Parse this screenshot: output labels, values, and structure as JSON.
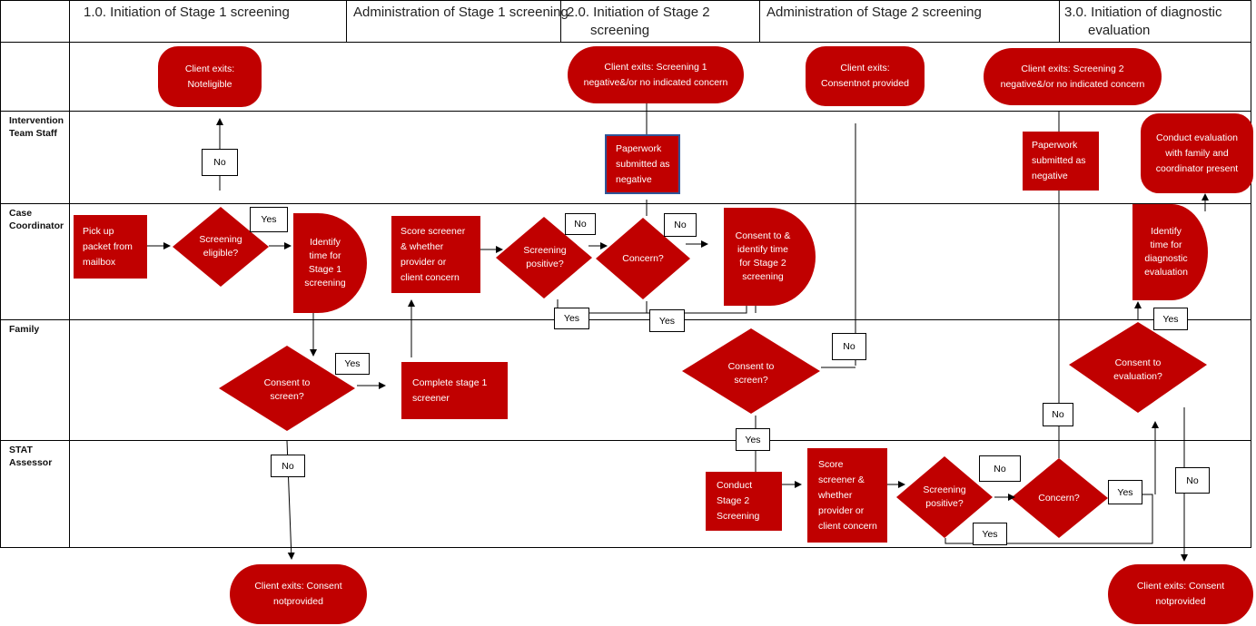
{
  "headers": [
    "1.0. Initiation of Stage 1 screening",
    "Administration of Stage 1 screening",
    "2.0. Initiation of Stage 2",
    "screening",
    "Administration of Stage 2 screening",
    "3.0. Initiation of diagnostic",
    "evaluation"
  ],
  "lanes": {
    "intervention_1": "Intervention",
    "intervention_2": "Team Staff",
    "case_1": "Case",
    "case_2": "Coordinator",
    "family": "Family",
    "stat_1": "STAT",
    "stat_2": "Assessor"
  },
  "exits": {
    "not_eligible_1": "Client exits: Not",
    "not_eligible_2": "eligible",
    "screen1_neg_1": "Client exits: Screening 1 negative",
    "screen1_neg_2": "&/or no indicated concern",
    "consent_np_1": "Client exits: Consent",
    "consent_np_2": "not provided",
    "screen2_neg_1": "Client exits: Screening 2 negative",
    "screen2_neg_2": "&/or no indicated concern",
    "consent_bottom_left_1": "Client exits: Consent not",
    "consent_bottom_left_2": "provided",
    "consent_bottom_right_1": "Client exits: Consent not",
    "consent_bottom_right_2": "provided"
  },
  "process": {
    "pick_up_1": "Pick up",
    "pick_up_2": "packet from",
    "pick_up_3": "mailbox",
    "identify_s1_1": "Identify",
    "identify_s1_2": "time for",
    "identify_s1_3": "Stage 1",
    "identify_s1_4": "screening",
    "score1_1": "Score screener",
    "score1_2": "& whether",
    "score1_3": "provider or",
    "score1_4": "client concern",
    "consent_identify_1": "Consent to &",
    "consent_identify_2": "identify time",
    "consent_identify_3": "for Stage 2",
    "consent_identify_4": "screening",
    "paperwork1_1": "Paperwork",
    "paperwork1_2": "submitted as",
    "paperwork1_3": "negative",
    "paperwork2_1": "Paperwork",
    "paperwork2_2": "submitted as",
    "paperwork2_3": "negative",
    "conduct_eval_1": "Conduct evaluation",
    "conduct_eval_2": "with family and",
    "conduct_eval_3": "coordinator present",
    "identify_diag_1": "Identify",
    "identify_diag_2": "time for",
    "identify_diag_3": "diagnostic",
    "identify_diag_4": "evaluation",
    "complete_s1_1": "Complete stage 1",
    "complete_s1_2": "screener",
    "conduct_s2_1": "Conduct",
    "conduct_s2_2": "Stage 2",
    "conduct_s2_3": "Screening",
    "score2_1": "Score",
    "score2_2": "screener &",
    "score2_3": "whether",
    "score2_4": "provider or",
    "score2_5": "client concern"
  },
  "decisions": {
    "screening_eligible_1": "Screening",
    "screening_eligible_2": "eligible?",
    "screening_positive1_1": "Screening",
    "screening_positive1_2": "positive?",
    "concern1": "Concern?",
    "consent_screen_left_1": "Consent to",
    "consent_screen_left_2": "screen?",
    "consent_screen_mid_1": "Consent to",
    "consent_screen_mid_2": "screen?",
    "consent_eval_1": "Consent to",
    "consent_eval_2": "evaluation?",
    "screening_positive2_1": "Screening",
    "screening_positive2_2": "positive?",
    "concern2": "Concern?"
  },
  "labels": {
    "no": "No",
    "yes": "Yes"
  },
  "colors": {
    "fill": "#c00000",
    "line": "#000000",
    "box_border": "#2f5597"
  }
}
